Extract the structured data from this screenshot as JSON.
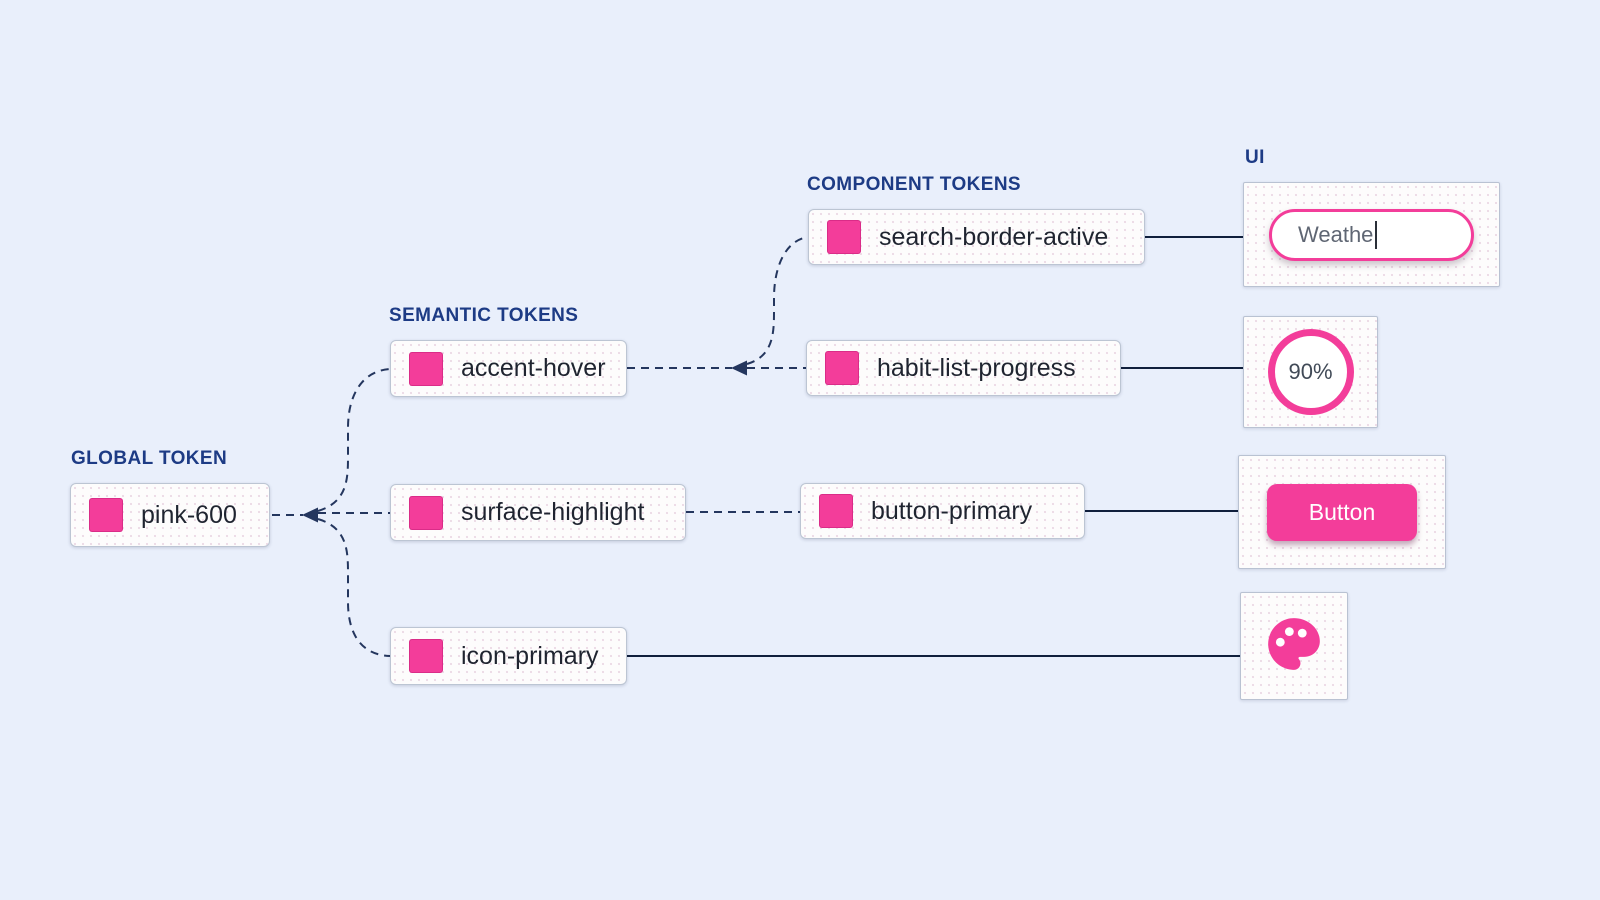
{
  "palette": {
    "background": "#e9effb",
    "pink": "#f33d9a",
    "header_navy": "#1d3b85",
    "dashed_line": "#24365e",
    "solid_line": "#101f3c"
  },
  "headers": {
    "global": "GLOBAL TOKEN",
    "semantic": "SEMANTIC TOKENS",
    "component": "COMPONENT TOKENS",
    "ui": "UI"
  },
  "tokens": {
    "global": [
      {
        "name": "pink-600"
      }
    ],
    "semantic": [
      {
        "name": "accent-hover"
      },
      {
        "name": "surface-highlight"
      },
      {
        "name": "icon-primary"
      }
    ],
    "component": [
      {
        "name": "search-border-active"
      },
      {
        "name": "habit-list-progress"
      },
      {
        "name": "button-primary"
      }
    ]
  },
  "ui_examples": {
    "search": {
      "value": "Weathe"
    },
    "progress": {
      "value": "90%"
    },
    "button": {
      "label": "Button"
    },
    "palette_icon": "palette-icon"
  }
}
